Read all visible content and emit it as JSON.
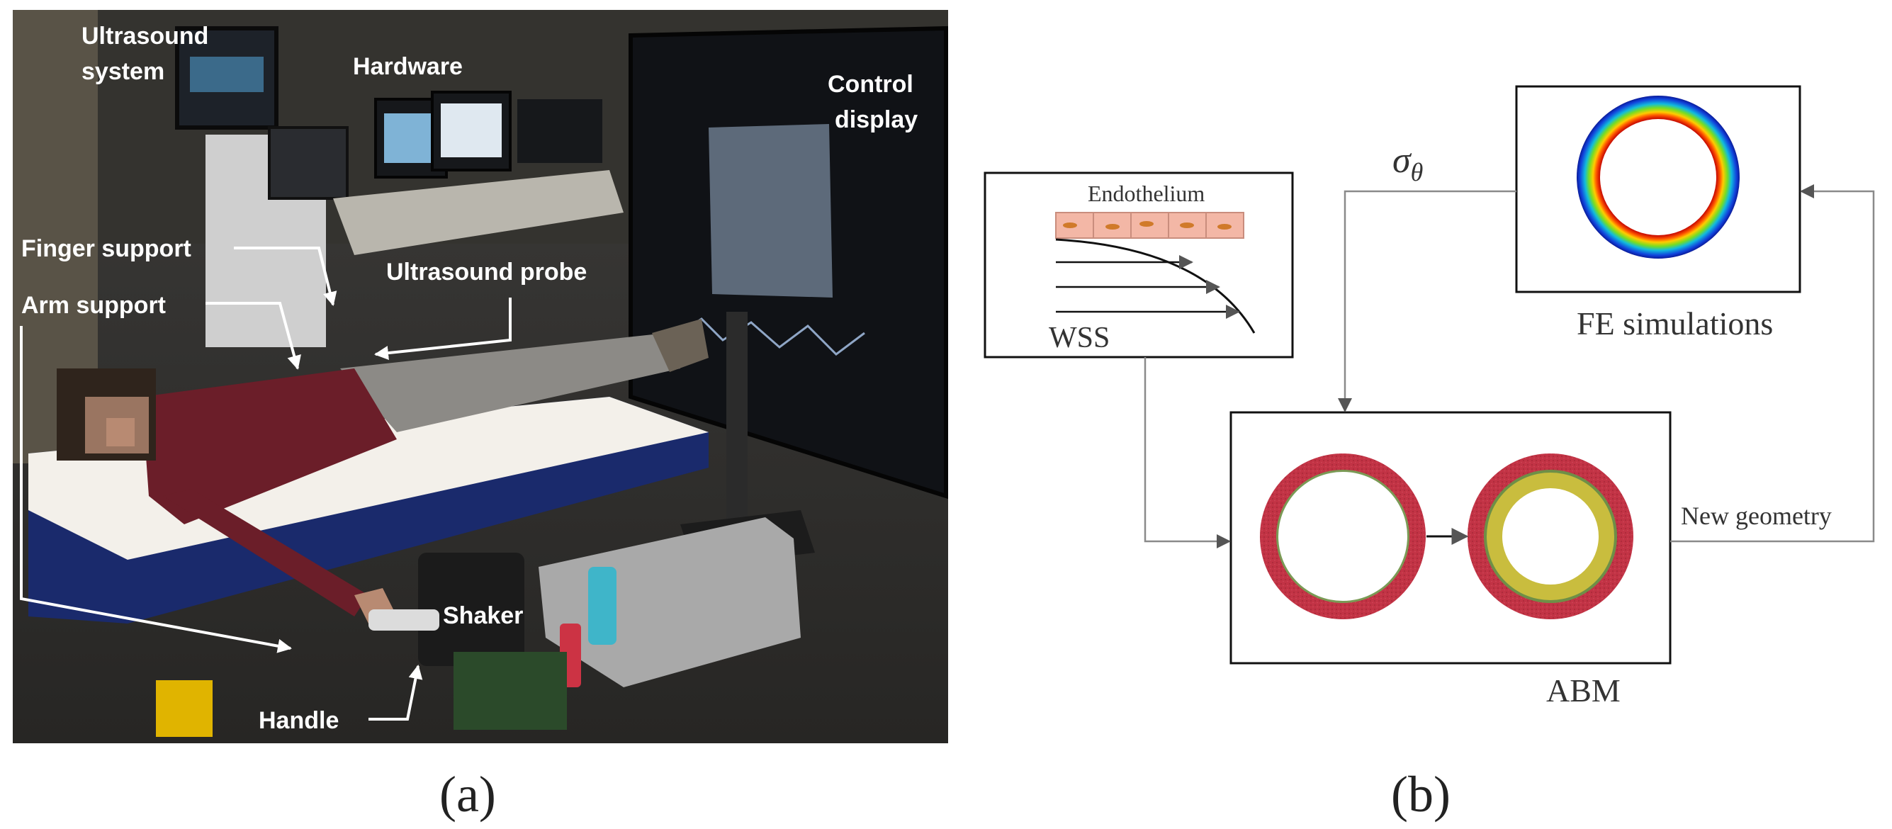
{
  "panel_a": {
    "label": "(a)",
    "annotations": {
      "ultrasound_system": [
        "Ultrasound",
        "system"
      ],
      "hardware": "Hardware",
      "control_display": [
        "Control",
        "display"
      ],
      "finger_support": "Finger support",
      "ultrasound_probe": "Ultrasound probe",
      "arm_support": "Arm support",
      "shaker": "Shaker",
      "handle": "Handle"
    }
  },
  "panel_b": {
    "label": "(b)",
    "endothelium": "Endothelium",
    "wss": "WSS",
    "sigma": "σ",
    "sigma_sub": "θ",
    "fe_simulations": "FE simulations",
    "abm": "ABM",
    "new_geometry": "New geometry"
  },
  "colors": {
    "wall_red": "#c23345",
    "intima_yellow": "#c9bd3e",
    "endothelial_cell": "#f3b7a6",
    "cell_nucleus": "#d07a2a",
    "line_gray": "#8a8a8a"
  }
}
